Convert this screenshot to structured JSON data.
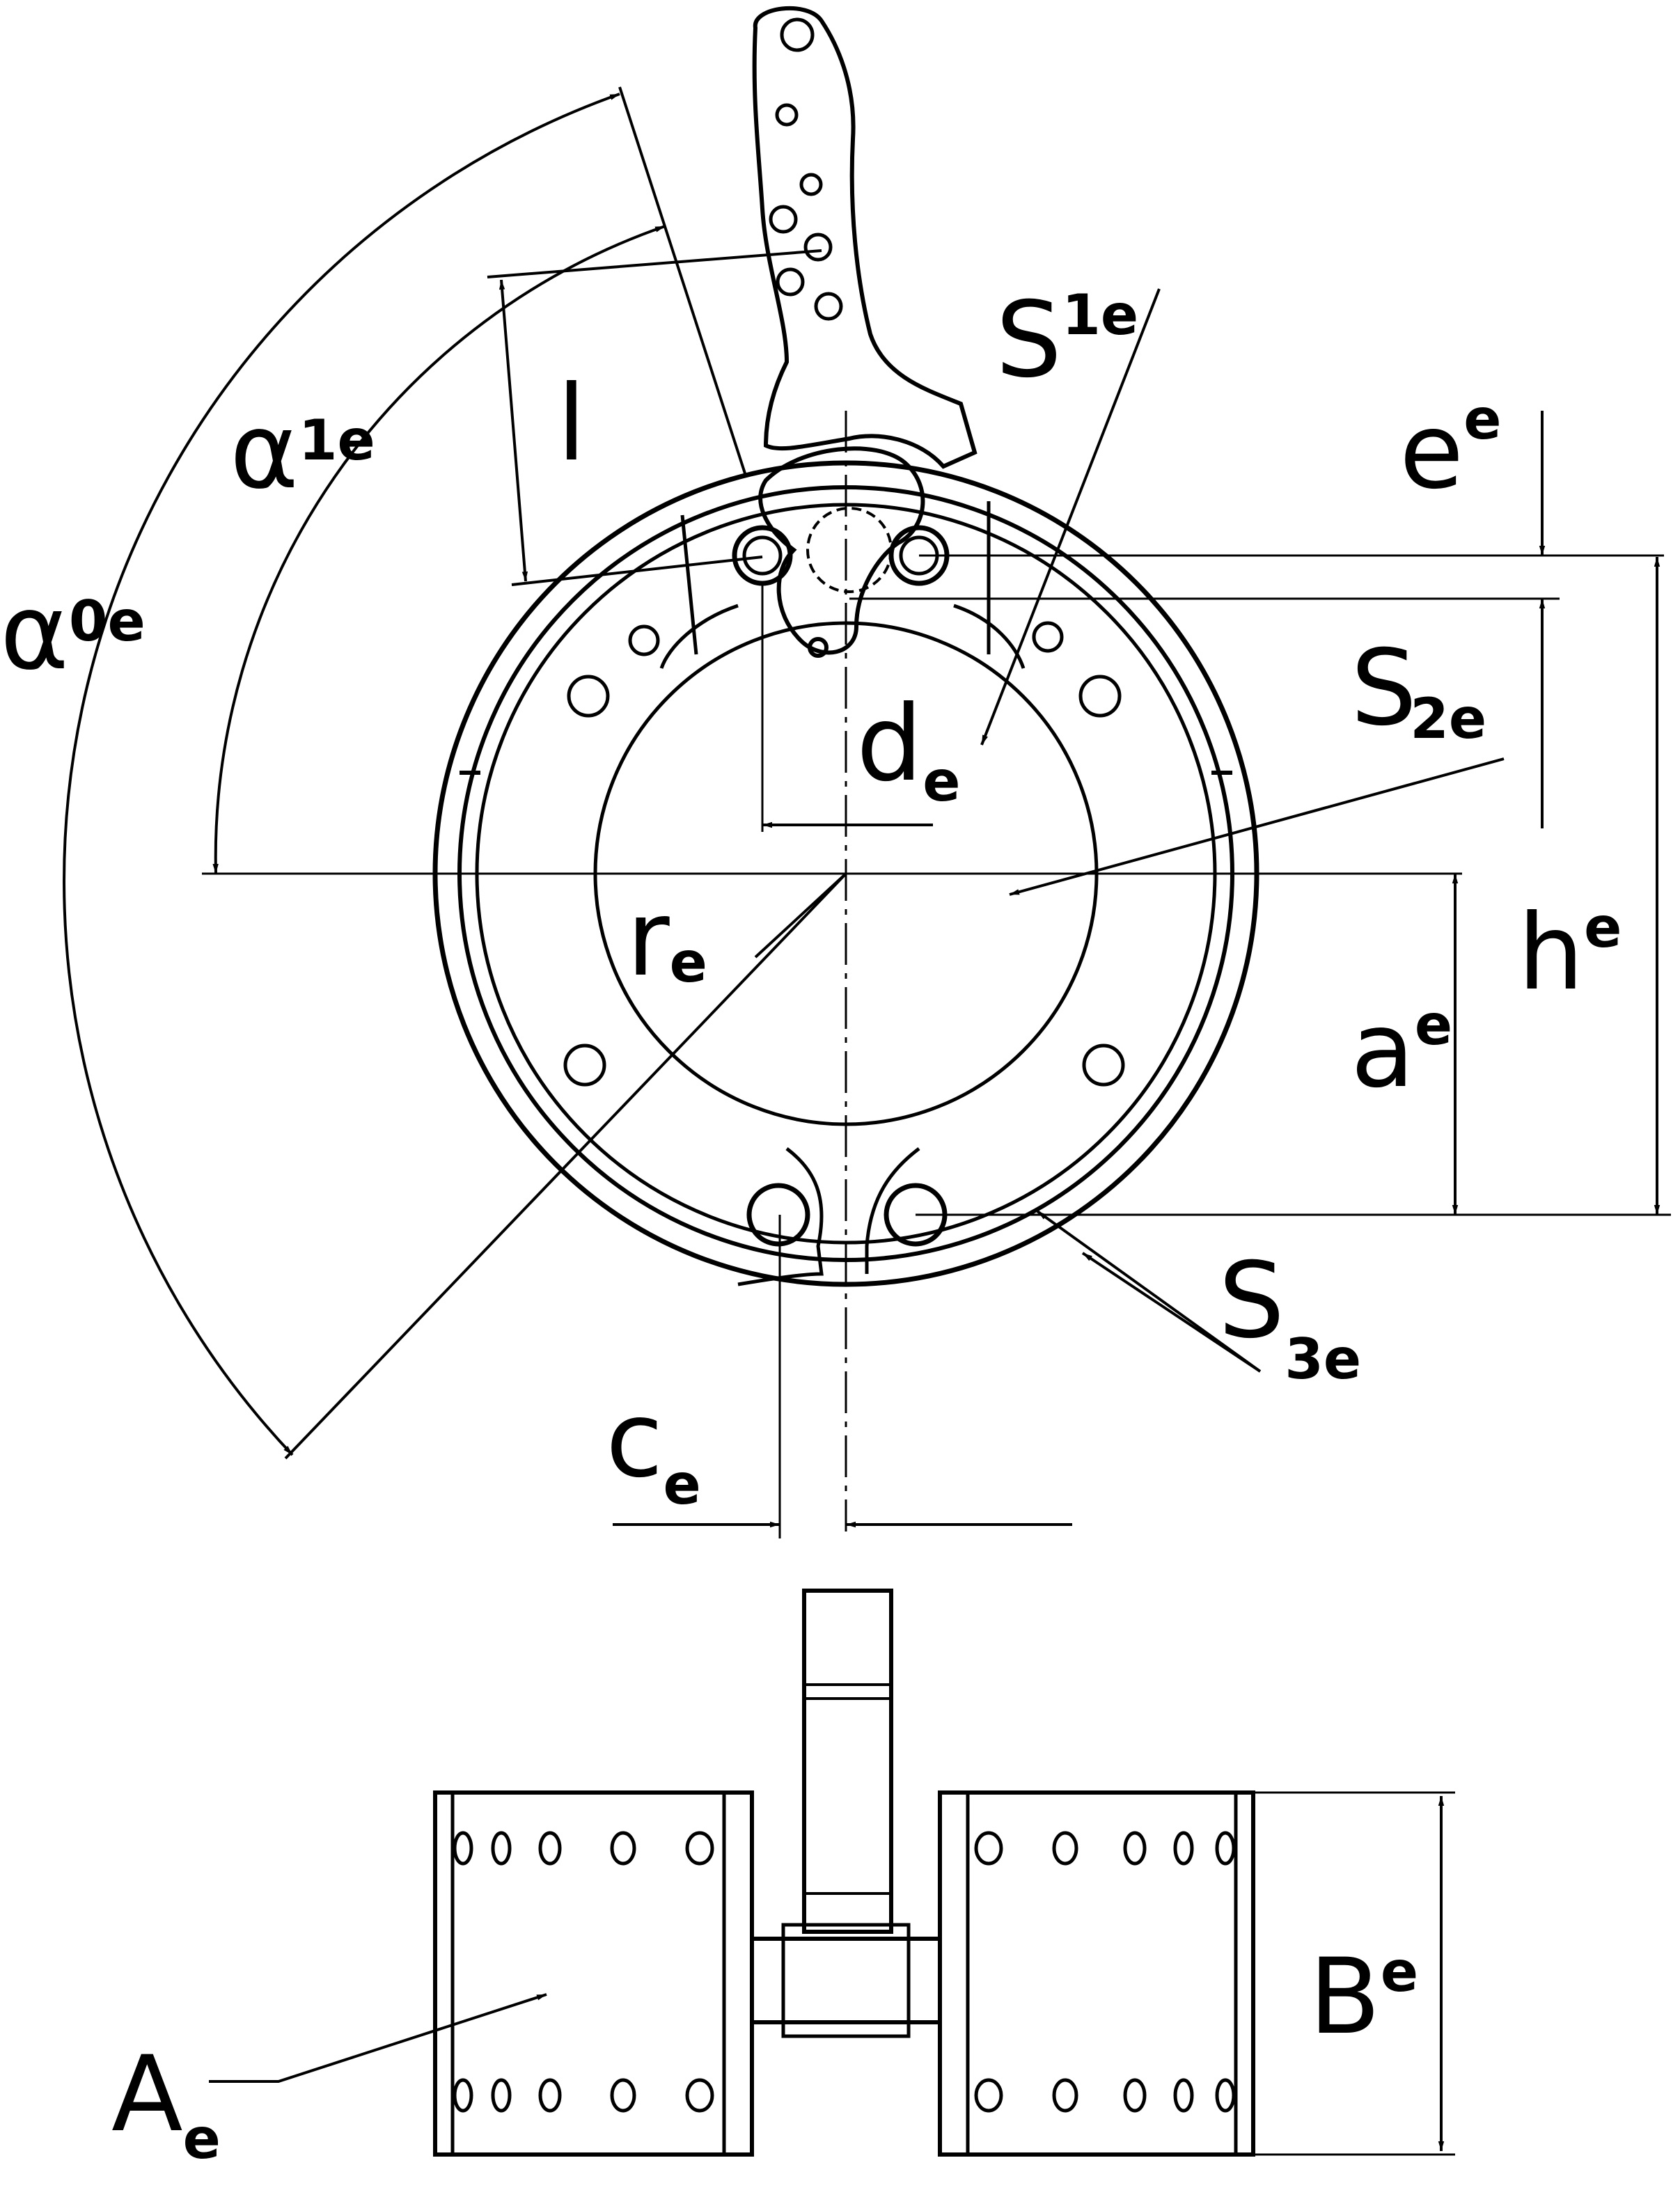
{
  "labels": {
    "alpha0": {
      "main": "α",
      "sub": "0e"
    },
    "alpha1": {
      "main": "α",
      "sub": "1e"
    },
    "l": {
      "main": "l"
    },
    "s1": {
      "main": "S",
      "sub": "1e"
    },
    "ee": {
      "main": "e",
      "sub": "e"
    },
    "s2": {
      "main": "S",
      "sub": "2e"
    },
    "de": {
      "main": "d",
      "sub": "e"
    },
    "re": {
      "main": "r",
      "sub": "e"
    },
    "ae": {
      "main": "a",
      "sub": "e"
    },
    "he": {
      "main": "h",
      "sub": "e"
    },
    "s3": {
      "main": "S",
      "sub": "3e"
    },
    "ce": {
      "main": "c",
      "sub": "e"
    },
    "be": {
      "main": "B",
      "sub": "e"
    },
    "ae_area": {
      "main": "A",
      "sub": "e"
    }
  }
}
